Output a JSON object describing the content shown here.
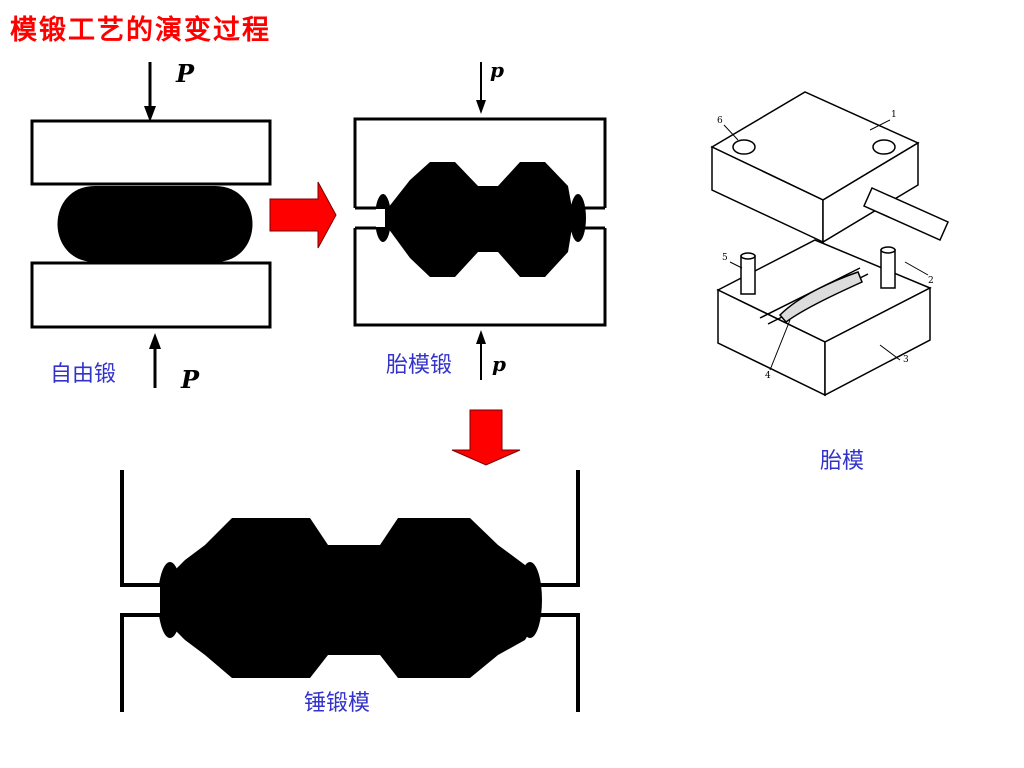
{
  "title": "模锻工艺的演变过程",
  "captions": {
    "free_forging": "自由锻",
    "tire_die_forging": "胎模锻",
    "hammer_die_forging": "锤锻模",
    "tire_die": "胎模"
  },
  "force_label": "P",
  "force_label_lower": "p",
  "part_numbers": [
    "1",
    "2",
    "3",
    "4",
    "5",
    "6"
  ],
  "colors": {
    "title": "#ff0000",
    "caption": "#3333cc",
    "arrow": "#ff0000",
    "ink": "#000000"
  }
}
